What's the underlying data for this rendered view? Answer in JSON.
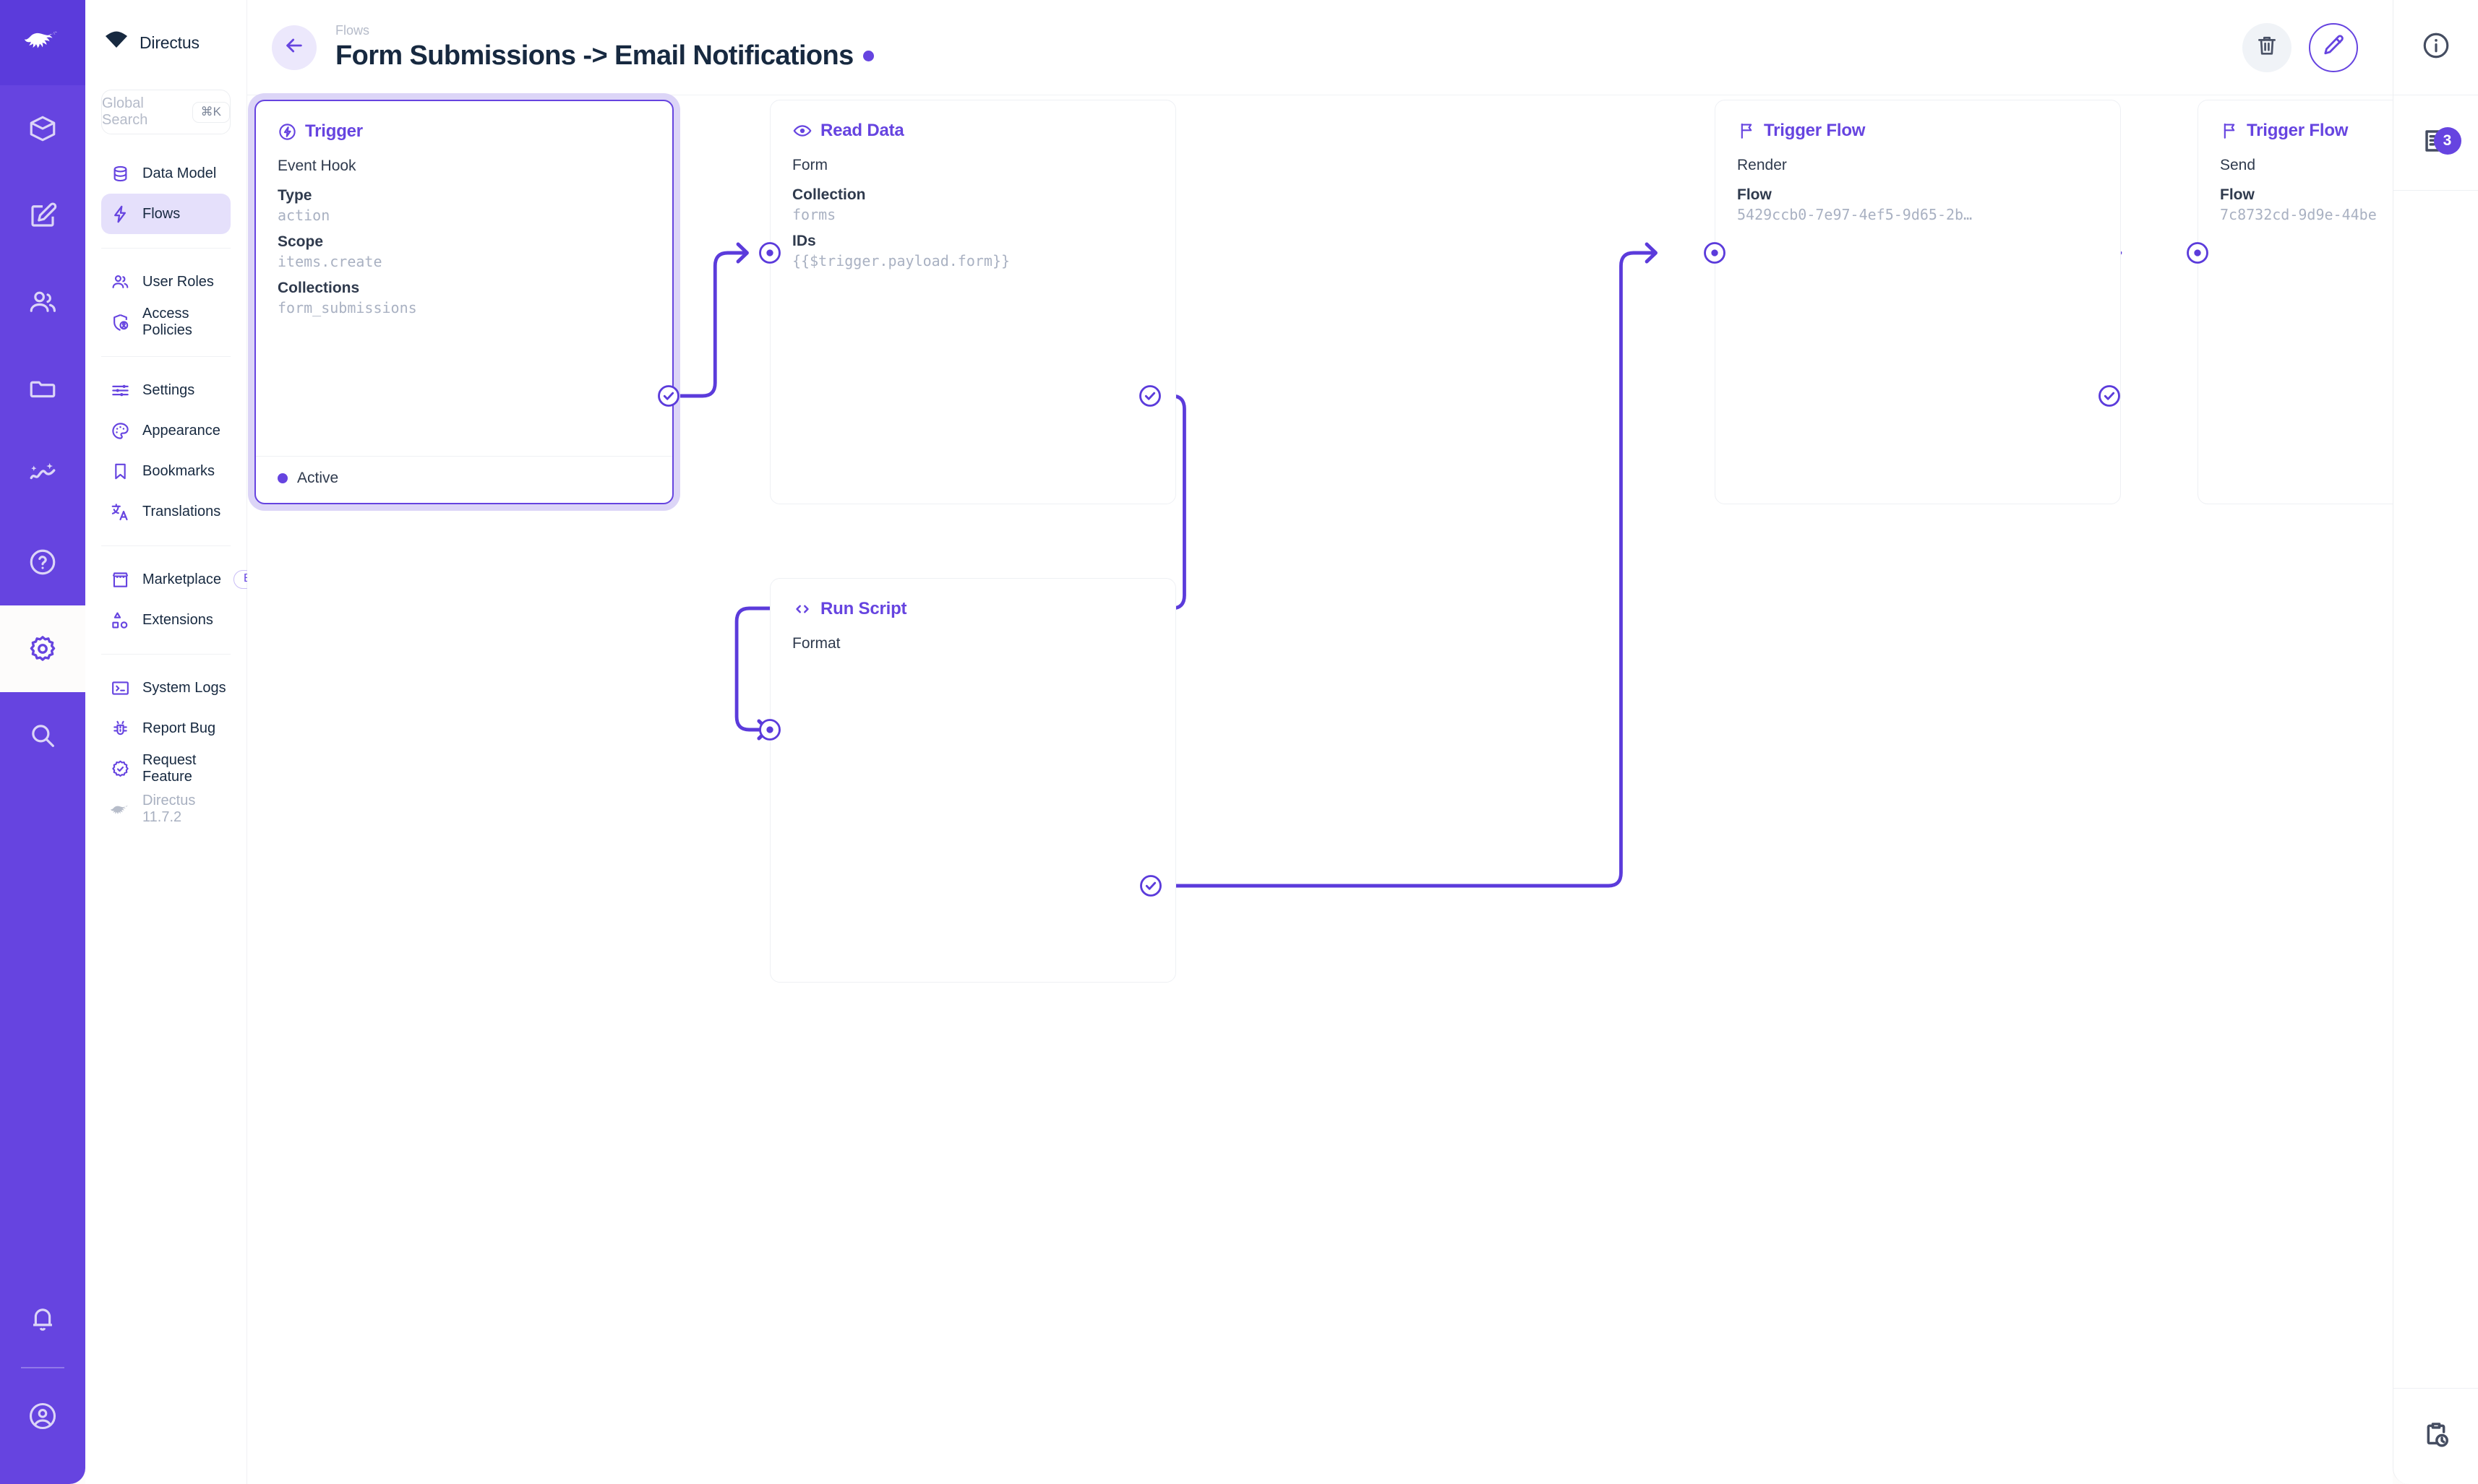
{
  "rail": {
    "logo_icon": "directus-rabbit-logo",
    "items": [
      {
        "name": "box-icon",
        "label": "Content"
      },
      {
        "name": "edit-square-icon",
        "label": "Editor"
      },
      {
        "name": "users-icon",
        "label": "User Directory"
      },
      {
        "name": "folder-icon",
        "label": "File Library"
      },
      {
        "name": "insights-icon",
        "label": "Insights"
      },
      {
        "name": "question-circle-icon",
        "label": "Help"
      },
      {
        "name": "gear-icon",
        "label": "Settings",
        "active": true
      },
      {
        "name": "search-icon",
        "label": "Search"
      }
    ],
    "bottom": [
      {
        "name": "bell-icon",
        "label": "Notifications"
      },
      {
        "name": "account-circle-icon",
        "label": "Account"
      }
    ]
  },
  "sidebar": {
    "brand": {
      "name": "Directus",
      "logo_icon": "directus-mark"
    },
    "search": {
      "placeholder": "Global Search",
      "shortcut": "⌘K"
    },
    "groups": [
      {
        "items": [
          {
            "icon": "database-icon",
            "label": "Data Model"
          },
          {
            "icon": "bolt-icon",
            "label": "Flows",
            "selected": true
          }
        ]
      },
      {
        "items": [
          {
            "icon": "users-icon",
            "label": "User Roles"
          },
          {
            "icon": "shield-person-icon",
            "label": "Access Policies"
          }
        ]
      },
      {
        "items": [
          {
            "icon": "sliders-icon",
            "label": "Settings"
          },
          {
            "icon": "palette-icon",
            "label": "Appearance"
          },
          {
            "icon": "bookmark-icon",
            "label": "Bookmarks"
          },
          {
            "icon": "translate-icon",
            "label": "Translations"
          }
        ]
      },
      {
        "items": [
          {
            "icon": "storefront-icon",
            "label": "Marketplace",
            "badge": "Beta"
          },
          {
            "icon": "extension-shapes-icon",
            "label": "Extensions"
          }
        ]
      },
      {
        "items": [
          {
            "icon": "terminal-icon",
            "label": "System Logs"
          },
          {
            "icon": "bug-icon",
            "label": "Report Bug"
          },
          {
            "icon": "verified-icon",
            "label": "Request Feature"
          },
          {
            "icon": "directus-rabbit-icon",
            "label": "Directus 11.7.2",
            "muted": true
          }
        ]
      }
    ]
  },
  "header": {
    "back_icon": "arrow-left-icon",
    "breadcrumb": "Flows",
    "title": "Form Submissions -> Email Notifications",
    "status_dot_color": "#6644e0",
    "actions": [
      {
        "icon": "trash-icon",
        "name": "delete-flow-button"
      },
      {
        "icon": "pencil-icon",
        "name": "edit-flow-button"
      }
    ]
  },
  "rightbar": {
    "items": [
      {
        "icon": "info-circle-icon",
        "name": "info-sidebar-button"
      },
      {
        "icon": "logs-icon",
        "name": "logs-sidebar-button",
        "badge": "3"
      }
    ],
    "bottom": {
      "icon": "clipboard-clock-icon",
      "name": "revisions-button"
    }
  },
  "canvas": {
    "nodes": [
      {
        "id": "trigger",
        "kind": "trigger",
        "icon": "bolt-circle-icon",
        "title": "Trigger",
        "subtitle": "Event Hook",
        "fields": [
          {
            "key": "Type",
            "value": "action"
          },
          {
            "key": "Scope",
            "value": "items.create"
          },
          {
            "key": "Collections",
            "value": "form_submissions"
          }
        ],
        "footer_status": "Active"
      },
      {
        "id": "read-data",
        "kind": "operation",
        "icon": "eye-icon",
        "title": "Read Data",
        "subtitle": "Form",
        "fields": [
          {
            "key": "Collection",
            "value": "forms"
          },
          {
            "key": "IDs",
            "value": "{{$trigger.payload.form}}"
          }
        ]
      },
      {
        "id": "run-script",
        "kind": "operation",
        "icon": "code-icon",
        "title": "Run Script",
        "subtitle": "Format",
        "fields": []
      },
      {
        "id": "trigger-flow-render",
        "kind": "operation",
        "icon": "flag-icon",
        "title": "Trigger Flow",
        "subtitle": "Render",
        "fields": [
          {
            "key": "Flow",
            "value": "5429ccb0-7e97-4ef5-9d65-2b…"
          }
        ]
      },
      {
        "id": "trigger-flow-send",
        "kind": "operation",
        "icon": "flag-icon",
        "title": "Trigger Flow",
        "subtitle": "Send",
        "fields": [
          {
            "key": "Flow",
            "value": "7c8732cd-9d9e-44be"
          }
        ]
      }
    ],
    "colors": {
      "accent": "#6644e0",
      "accent_soft": "#dcd5f7",
      "edge": "#5b3bdb"
    }
  }
}
